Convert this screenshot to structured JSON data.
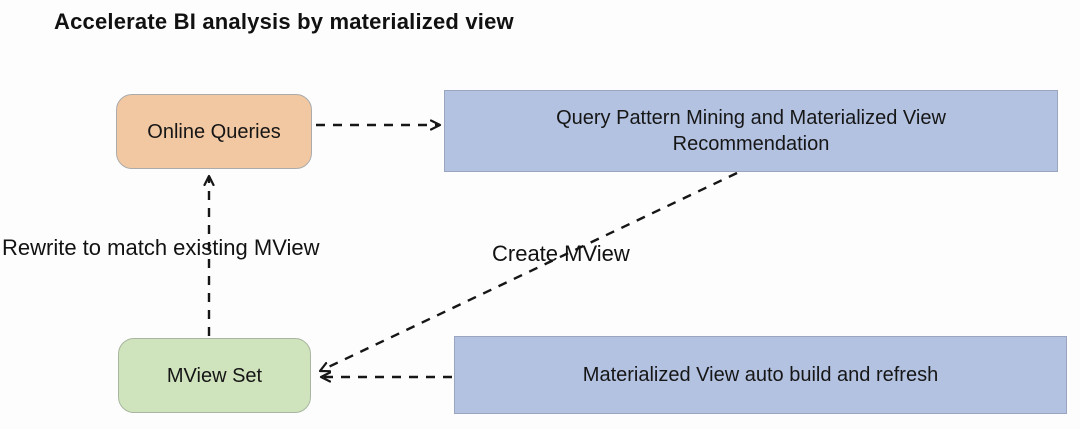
{
  "title": "Accelerate BI analysis by materialized view",
  "nodes": {
    "online_queries": {
      "label": "Online Queries",
      "fill": "#f2c8a2"
    },
    "query_pattern_mining": {
      "label": "Query Pattern Mining and Materialized View Recommendation",
      "fill": "#b3c2e1"
    },
    "mview_set": {
      "label": "MView Set",
      "fill": "#cfe4bd"
    },
    "auto_build": {
      "label": "Materialized View auto build and refresh",
      "fill": "#b3c2e1"
    }
  },
  "edge_labels": {
    "rewrite": "Rewrite to match existing MView",
    "create": "Create MView"
  },
  "edges": [
    {
      "from": "online_queries",
      "to": "query_pattern_mining",
      "style": "dashed"
    },
    {
      "from": "mview_set",
      "to": "online_queries",
      "style": "dashed",
      "label": "Rewrite to match existing MView"
    },
    {
      "from": "query_pattern_mining",
      "to": "mview_set",
      "style": "dashed",
      "label": "Create MView"
    },
    {
      "from": "auto_build",
      "to": "mview_set",
      "style": "dashed"
    }
  ],
  "edge_color": "#161616",
  "background": "#fdfdfd"
}
